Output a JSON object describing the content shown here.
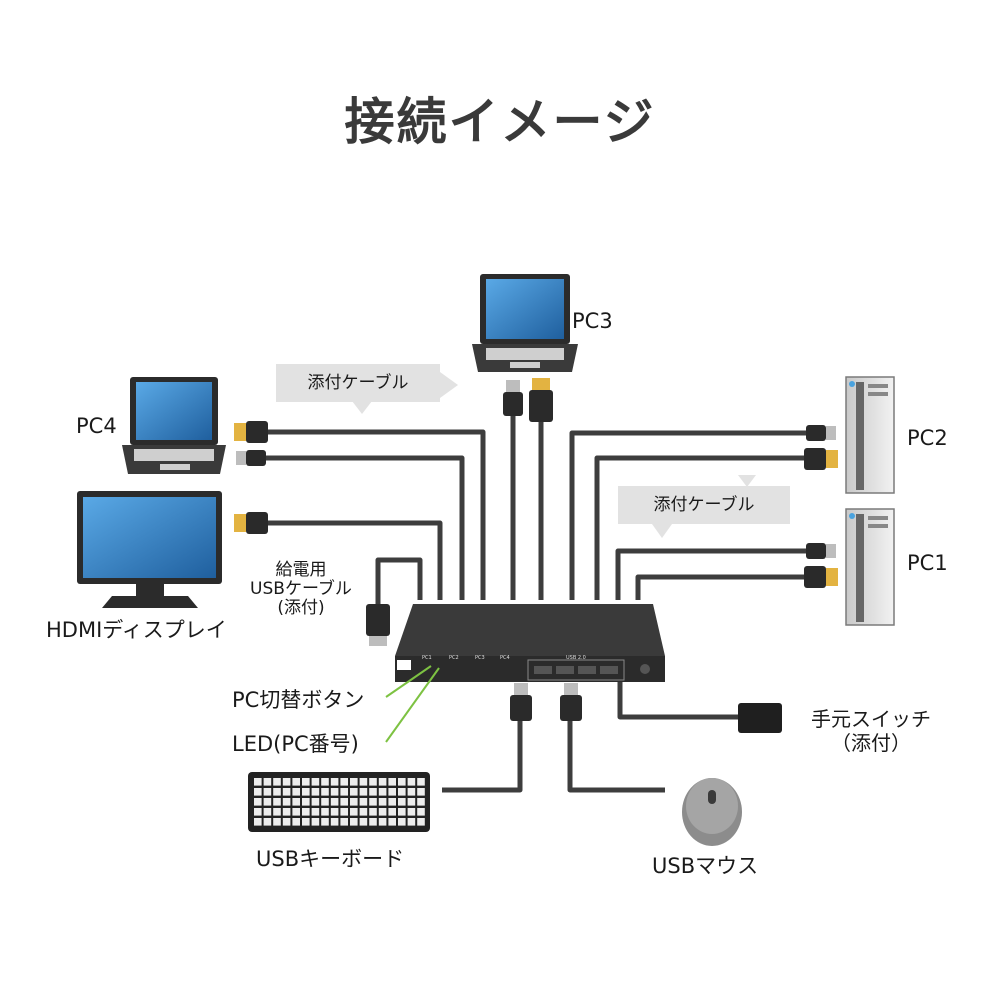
{
  "title": "接続イメージ",
  "devices": {
    "pc1": "PC1",
    "pc2": "PC2",
    "pc3": "PC3",
    "pc4": "PC4",
    "hdmi_display": "HDMIディスプレイ",
    "usb_keyboard": "USBキーボード",
    "usb_mouse": "USBマウス",
    "hand_switch": [
      "手元スイッチ",
      "（添付）"
    ]
  },
  "callouts": {
    "cable_left": "添付ケーブル",
    "cable_right": "添付ケーブル",
    "power_cable": [
      "給電用",
      "USBケーブル",
      "(添付)"
    ],
    "pc_switch_button": "PC切替ボタン",
    "led": "LED(PC番号)"
  },
  "kvm_panel": {
    "ports": [
      "PC1",
      "PC2",
      "PC3",
      "PC4"
    ],
    "usb_label": "USB 2.0"
  },
  "colors": {
    "cable": "#3d3d3d",
    "kvm_body": "#2b2b2b",
    "callout_bg": "#e2e2e2",
    "leader_line": "#7dc242",
    "screen": "#2f7fc1"
  }
}
